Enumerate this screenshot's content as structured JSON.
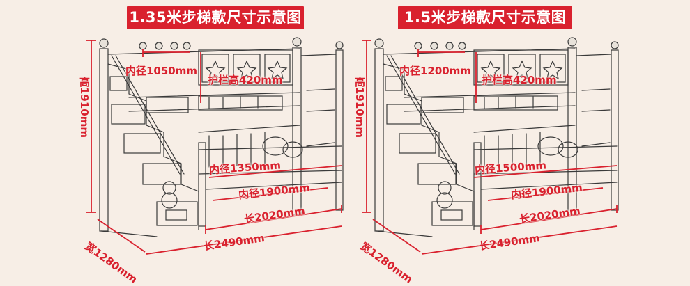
{
  "colors": {
    "accent": "#d9212e",
    "background": "#f7eee6",
    "sketch": "#3a3a3a"
  },
  "panels": [
    {
      "title": "1.35米步梯款尺寸示意图",
      "labels": {
        "inner_top": "内径1050mm",
        "guard": "护栏高420mm",
        "height": "高1910mm",
        "inner_bottom": "内径1350mm",
        "inner_length": "内径1900mm",
        "length_bed": "长2020mm",
        "length_total": "长2490mm",
        "width": "宽1280mm"
      }
    },
    {
      "title": "1.5米步梯款尺寸示意图",
      "labels": {
        "inner_top": "内径1200mm",
        "guard": "护栏高420mm",
        "height": "高1910mm",
        "inner_bottom": "内径1500mm",
        "inner_length": "内径1900mm",
        "length_bed": "长2020mm",
        "length_total": "长2490mm",
        "width": "宽1280mm"
      }
    }
  ]
}
